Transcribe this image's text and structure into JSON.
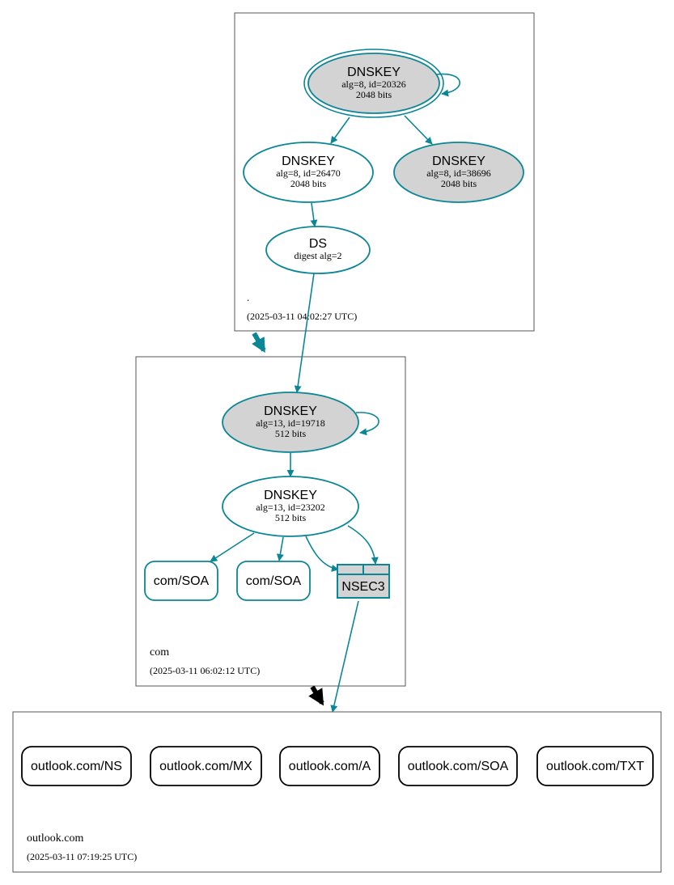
{
  "colors": {
    "edge": "#0a8696",
    "node_stroke": "#0a8696",
    "node_fill_gray": "#d3d3d3",
    "node_fill_white": "#ffffff",
    "delegation_root_com": "#0a8696",
    "delegation_com_outlook": "#000000",
    "rrset_stroke": "#000000",
    "zone_stroke": "#555555"
  },
  "zones": {
    "root": {
      "name": ".",
      "timestamp": "(2025-03-11 04:02:27 UTC)"
    },
    "com": {
      "name": "com",
      "timestamp": "(2025-03-11 06:02:12 UTC)"
    },
    "outlook": {
      "name": "outlook.com",
      "timestamp": "(2025-03-11 07:19:25 UTC)"
    }
  },
  "nodes": {
    "root_ksk": {
      "title": "DNSKEY",
      "line1": "alg=8, id=20326",
      "line2": "2048 bits"
    },
    "root_zsk1": {
      "title": "DNSKEY",
      "line1": "alg=8, id=26470",
      "line2": "2048 bits"
    },
    "root_zsk2": {
      "title": "DNSKEY",
      "line1": "alg=8, id=38696",
      "line2": "2048 bits"
    },
    "com_ds": {
      "title": "DS",
      "line1": "digest alg=2"
    },
    "com_ksk": {
      "title": "DNSKEY",
      "line1": "alg=13, id=19718",
      "line2": "512 bits"
    },
    "com_zsk": {
      "title": "DNSKEY",
      "line1": "alg=13, id=23202",
      "line2": "512 bits"
    },
    "com_soa1": {
      "label": "com/SOA"
    },
    "com_soa2": {
      "label": "com/SOA"
    },
    "com_nsec3": {
      "label": "NSEC3"
    },
    "outlook_ns": {
      "label": "outlook.com/NS"
    },
    "outlook_mx": {
      "label": "outlook.com/MX"
    },
    "outlook_a": {
      "label": "outlook.com/A"
    },
    "outlook_soa": {
      "label": "outlook.com/SOA"
    },
    "outlook_txt": {
      "label": "outlook.com/TXT"
    }
  }
}
